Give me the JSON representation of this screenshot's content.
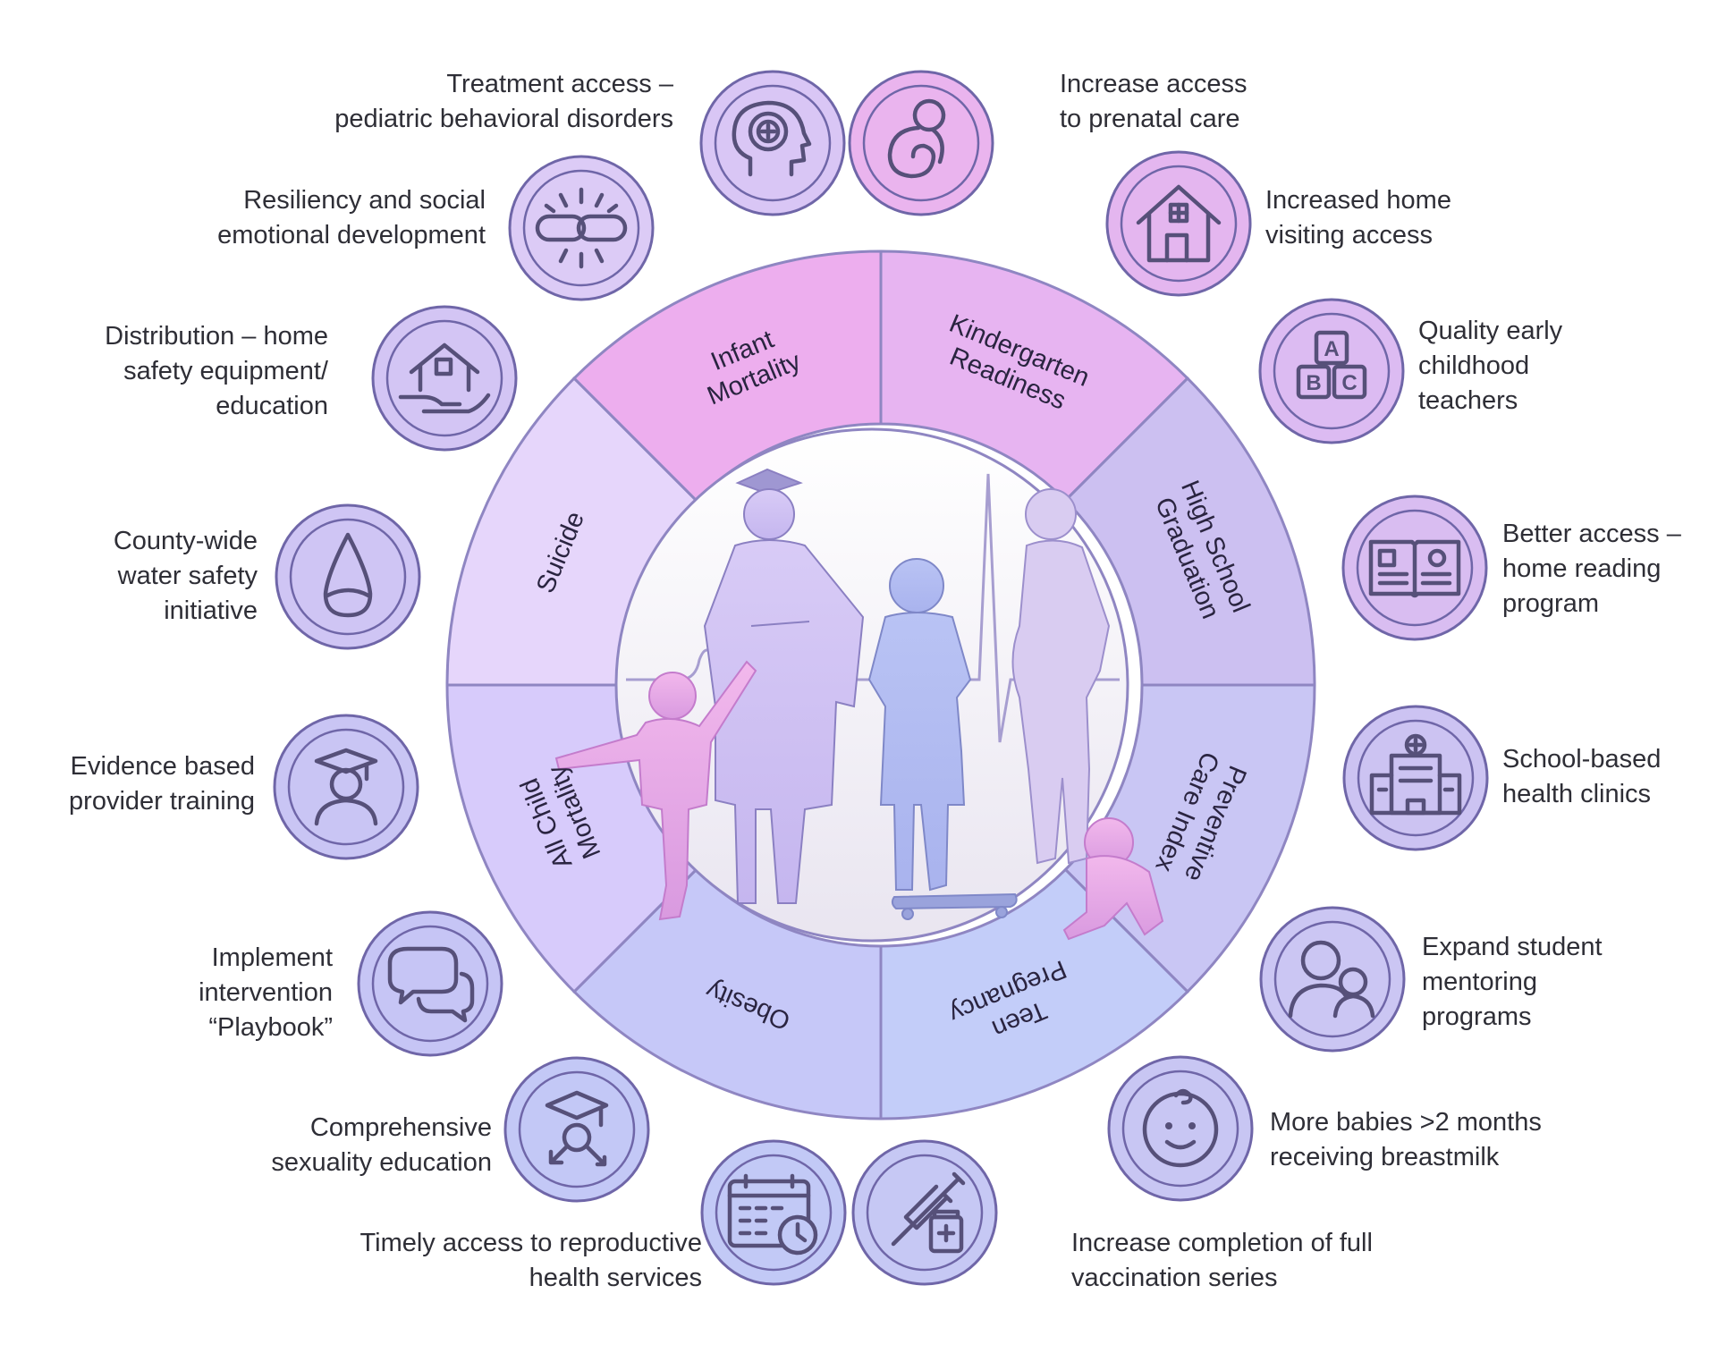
{
  "outcomes": [
    {
      "lines": [
        "Suicide"
      ],
      "color": "#e6d6fb"
    },
    {
      "lines": [
        "Infant",
        "Mortality"
      ],
      "color": "#edaeee"
    },
    {
      "lines": [
        "Kindergarten",
        "Readiness"
      ],
      "color": "#e7b4f1"
    },
    {
      "lines": [
        "High School",
        "Graduation"
      ],
      "color": "#ccc0f1"
    },
    {
      "lines": [
        "Preventive",
        "Care Index"
      ],
      "color": "#c9c6f4"
    },
    {
      "lines": [
        "Teen",
        "Pregnancy"
      ],
      "color": "#c3cdf9"
    },
    {
      "lines": [
        "Obesity"
      ],
      "color": "#c6c8f8"
    },
    {
      "lines": [
        "All Child",
        "Mortality"
      ],
      "color": "#d7cbfb"
    }
  ],
  "interventions": [
    {
      "icon": "head-medical-cross-icon",
      "color": "#d9c6f5",
      "lines": [
        "Treatment access –",
        "pediatric behavioral disorders"
      ]
    },
    {
      "icon": "fetus-icon",
      "color": "#eab4ee",
      "lines": [
        "Increase access",
        "to prenatal care"
      ]
    },
    {
      "icon": "linked-chain-icon",
      "color": "#dccbf6",
      "lines": [
        "Resiliency and social",
        "emotional development"
      ]
    },
    {
      "icon": "house-icon",
      "color": "#e4b6ef",
      "lines": [
        "Increased home",
        "visiting access"
      ]
    },
    {
      "icon": "house-in-hand-icon",
      "color": "#d3c5f4",
      "lines": [
        "Distribution – home",
        "safety equipment/",
        "education"
      ]
    },
    {
      "icon": "abc-blocks-icon",
      "color": "#dcbbf2",
      "lines": [
        "Quality early",
        "childhood",
        "teachers"
      ]
    },
    {
      "icon": "water-drop-icon",
      "color": "#cfc5f4",
      "lines": [
        "County-wide",
        "water safety",
        "initiative"
      ]
    },
    {
      "icon": "open-book-icon",
      "color": "#d9bdf1",
      "lines": [
        "Better access –",
        "home reading",
        "program"
      ]
    },
    {
      "icon": "graduate-person-icon",
      "color": "#c9c5f4",
      "lines": [
        "Evidence based",
        "provider training"
      ]
    },
    {
      "icon": "school-building-icon",
      "color": "#ccc3f2",
      "lines": [
        "School-based",
        "health clinics"
      ]
    },
    {
      "icon": "speech-bubbles-icon",
      "color": "#c6c5f5",
      "lines": [
        "Implement",
        "intervention",
        "“Playbook”"
      ]
    },
    {
      "icon": "mentor-and-student-icon",
      "color": "#cbc6f3",
      "lines": [
        "Expand student",
        "mentoring",
        "programs"
      ]
    },
    {
      "icon": "graduation-cap-gender-symbols-icon",
      "color": "#c3c8f6",
      "lines": [
        "Comprehensive",
        "sexuality education"
      ]
    },
    {
      "icon": "baby-face-icon",
      "color": "#c8c6f3",
      "lines": [
        "More babies >2 months",
        "receiving breastmilk"
      ]
    },
    {
      "icon": "calendar-clock-icon",
      "color": "#c2c9f6",
      "lines": [
        "Timely access to reproductive",
        "health services"
      ]
    },
    {
      "icon": "syringe-vial-icon",
      "color": "#c6c8f4",
      "lines": [
        "Increase completion of full",
        "vaccination series"
      ]
    }
  ]
}
